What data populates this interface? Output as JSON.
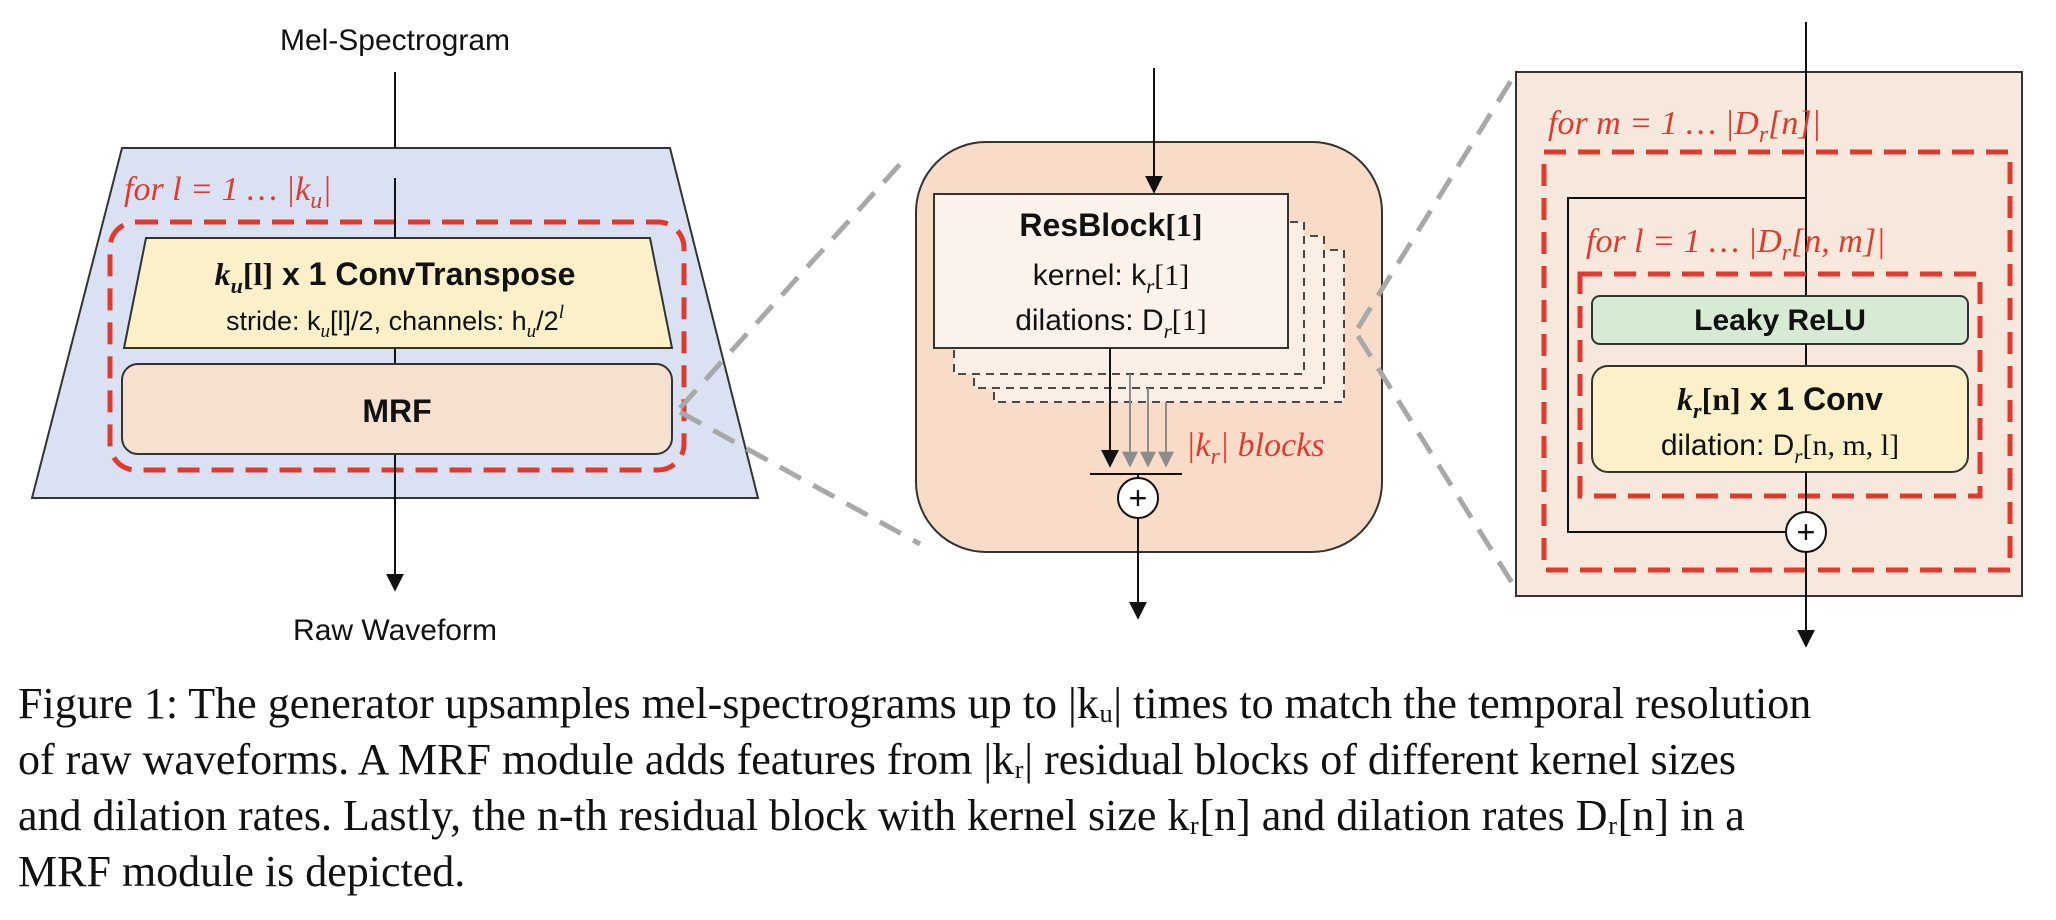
{
  "diagram": {
    "input_label": "Mel-Spectrogram",
    "output_label": "Raw Waveform",
    "generator": {
      "loop_label": "for  l = 1 … |k",
      "loop_label_sub": "u",
      "loop_label_end": "|",
      "convtranspose": {
        "title_k": "k",
        "title_sub": "u",
        "title_idx": "[l]",
        "title_rest": " x 1  ConvTranspose",
        "line2_a": "stride: k",
        "line2_a_sub": "u",
        "line2_b": "[l]/2, channels: h",
        "line2_b_sub": "u",
        "line2_c": "/2",
        "line2_c_sup": "l"
      },
      "mrf_label": "MRF"
    },
    "mrf_module": {
      "resblock_title": "ResBlock",
      "resblock_index": "[1]",
      "kernel_text": "kernel: k",
      "kernel_sub": "r",
      "kernel_idx": "[1]",
      "dilations_text": "dilations: D",
      "dilations_sub": "r",
      "dilations_idx": "[1]",
      "blocks_a": "|k",
      "blocks_sub": "r",
      "blocks_b": "| blocks",
      "sum_symbol": "+"
    },
    "resblock": {
      "outer_loop_a": "for  m = 1 … |D",
      "outer_loop_sub": "r",
      "outer_loop_b": "[n]|",
      "inner_loop_a": "for  l = 1 … |D",
      "inner_loop_sub": "r",
      "inner_loop_b": "[n, m]|",
      "leaky_relu_label": "Leaky ReLU",
      "conv_k": "k",
      "conv_sub": "r",
      "conv_idx": "[n]",
      "conv_rest": " x 1  Conv",
      "dilation_a": "dilation: D",
      "dilation_sub": "r",
      "dilation_b": "[n, m, l]",
      "sum_symbol": "+"
    }
  },
  "caption": {
    "line1": "Figure 1: The generator upsamples mel-spectrograms up to |kᵤ| times to match the temporal resolution",
    "line2": "of raw waveforms. A MRF module adds features from |kᵣ| residual blocks of different kernel sizes",
    "line3": "and dilation rates. Lastly, the n-th residual block with kernel size kᵣ[n] and dilation rates Dᵣ[n] in a",
    "line4": "MRF module is depicted."
  },
  "colors": {
    "generator_fill": "#d9e1f2",
    "conv_fill": "#fbf0c8",
    "mrf_fill": "#f6e0d0",
    "module_fill": "#f8dcc8",
    "resblock_panel_fill": "#f6e8dc",
    "leaky_fill": "#d6ead4",
    "loop_red": "#e03a2e",
    "connector_gray": "#a8a8a8"
  }
}
